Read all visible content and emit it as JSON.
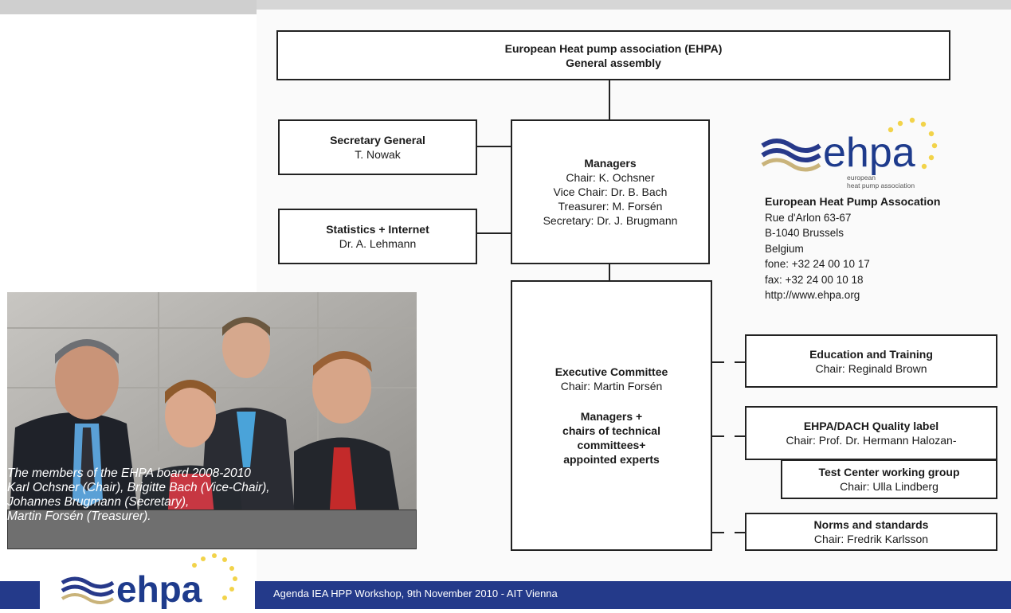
{
  "header": {},
  "orgchart": {
    "assembly": {
      "line1": "European Heat pump association (EHPA)",
      "line2": "General assembly"
    },
    "secretary": {
      "title": "Secretary General",
      "name": "T. Nowak"
    },
    "statistics": {
      "title": "Statistics + Internet",
      "name": "Dr. A. Lehmann"
    },
    "managers": {
      "title": "Managers",
      "lines": [
        "Chair: K. Ochsner",
        "Vice Chair: Dr. B. Bach",
        "Treasurer: M. Forsén",
        "Secretary: Dr. J. Brugmann"
      ]
    },
    "executive": {
      "title": "Executive Committee",
      "chair": "Chair: Martin Forsén",
      "sub": [
        "Managers +",
        "chairs of technical",
        "committees+",
        "appointed experts"
      ]
    },
    "education": {
      "title": "Education and Training",
      "chair": "Chair: Reginald Brown"
    },
    "quality": {
      "title": "EHPA/DACH Quality label",
      "chair": "Chair: Prof. Dr. Hermann Halozan-"
    },
    "testcenter": {
      "title": "Test Center working group",
      "chair": "Chair: Ulla Lindberg"
    },
    "norms": {
      "title": "Norms and standards",
      "chair": "Chair: Fredrik Karlsson"
    }
  },
  "logo": {
    "word": "ehpa",
    "sub1": "european",
    "sub2": "heat pump association"
  },
  "contact": {
    "org": "European Heat Pump Assocation",
    "lines": [
      "Rue d'Arlon 63-67",
      "B-1040 Brussels",
      "Belgium",
      "fone: +32 24 00 10 17",
      "fax: +32 24 00 10 18",
      "http://www.ehpa.org"
    ]
  },
  "photo": {
    "caption": [
      "The members of the EHPA board 2008-2010",
      "Karl Ochsner (Chair), Brigitte Bach (Vice-Chair),",
      "Johannes Brugmann (Secretary),",
      "Martin Forsén (Treasurer)."
    ]
  },
  "footer": {
    "text": "Agenda IEA HPP Workshop, 9th November 2010 - AIT Vienna",
    "logo_word": "ehpa"
  },
  "colors": {
    "footer": "#243a8a",
    "logo_word": "#1e3b8c",
    "logo_wave_blue": "#27398a",
    "logo_wave_tan": "#c9b37a",
    "stars": "#f2d34a"
  }
}
